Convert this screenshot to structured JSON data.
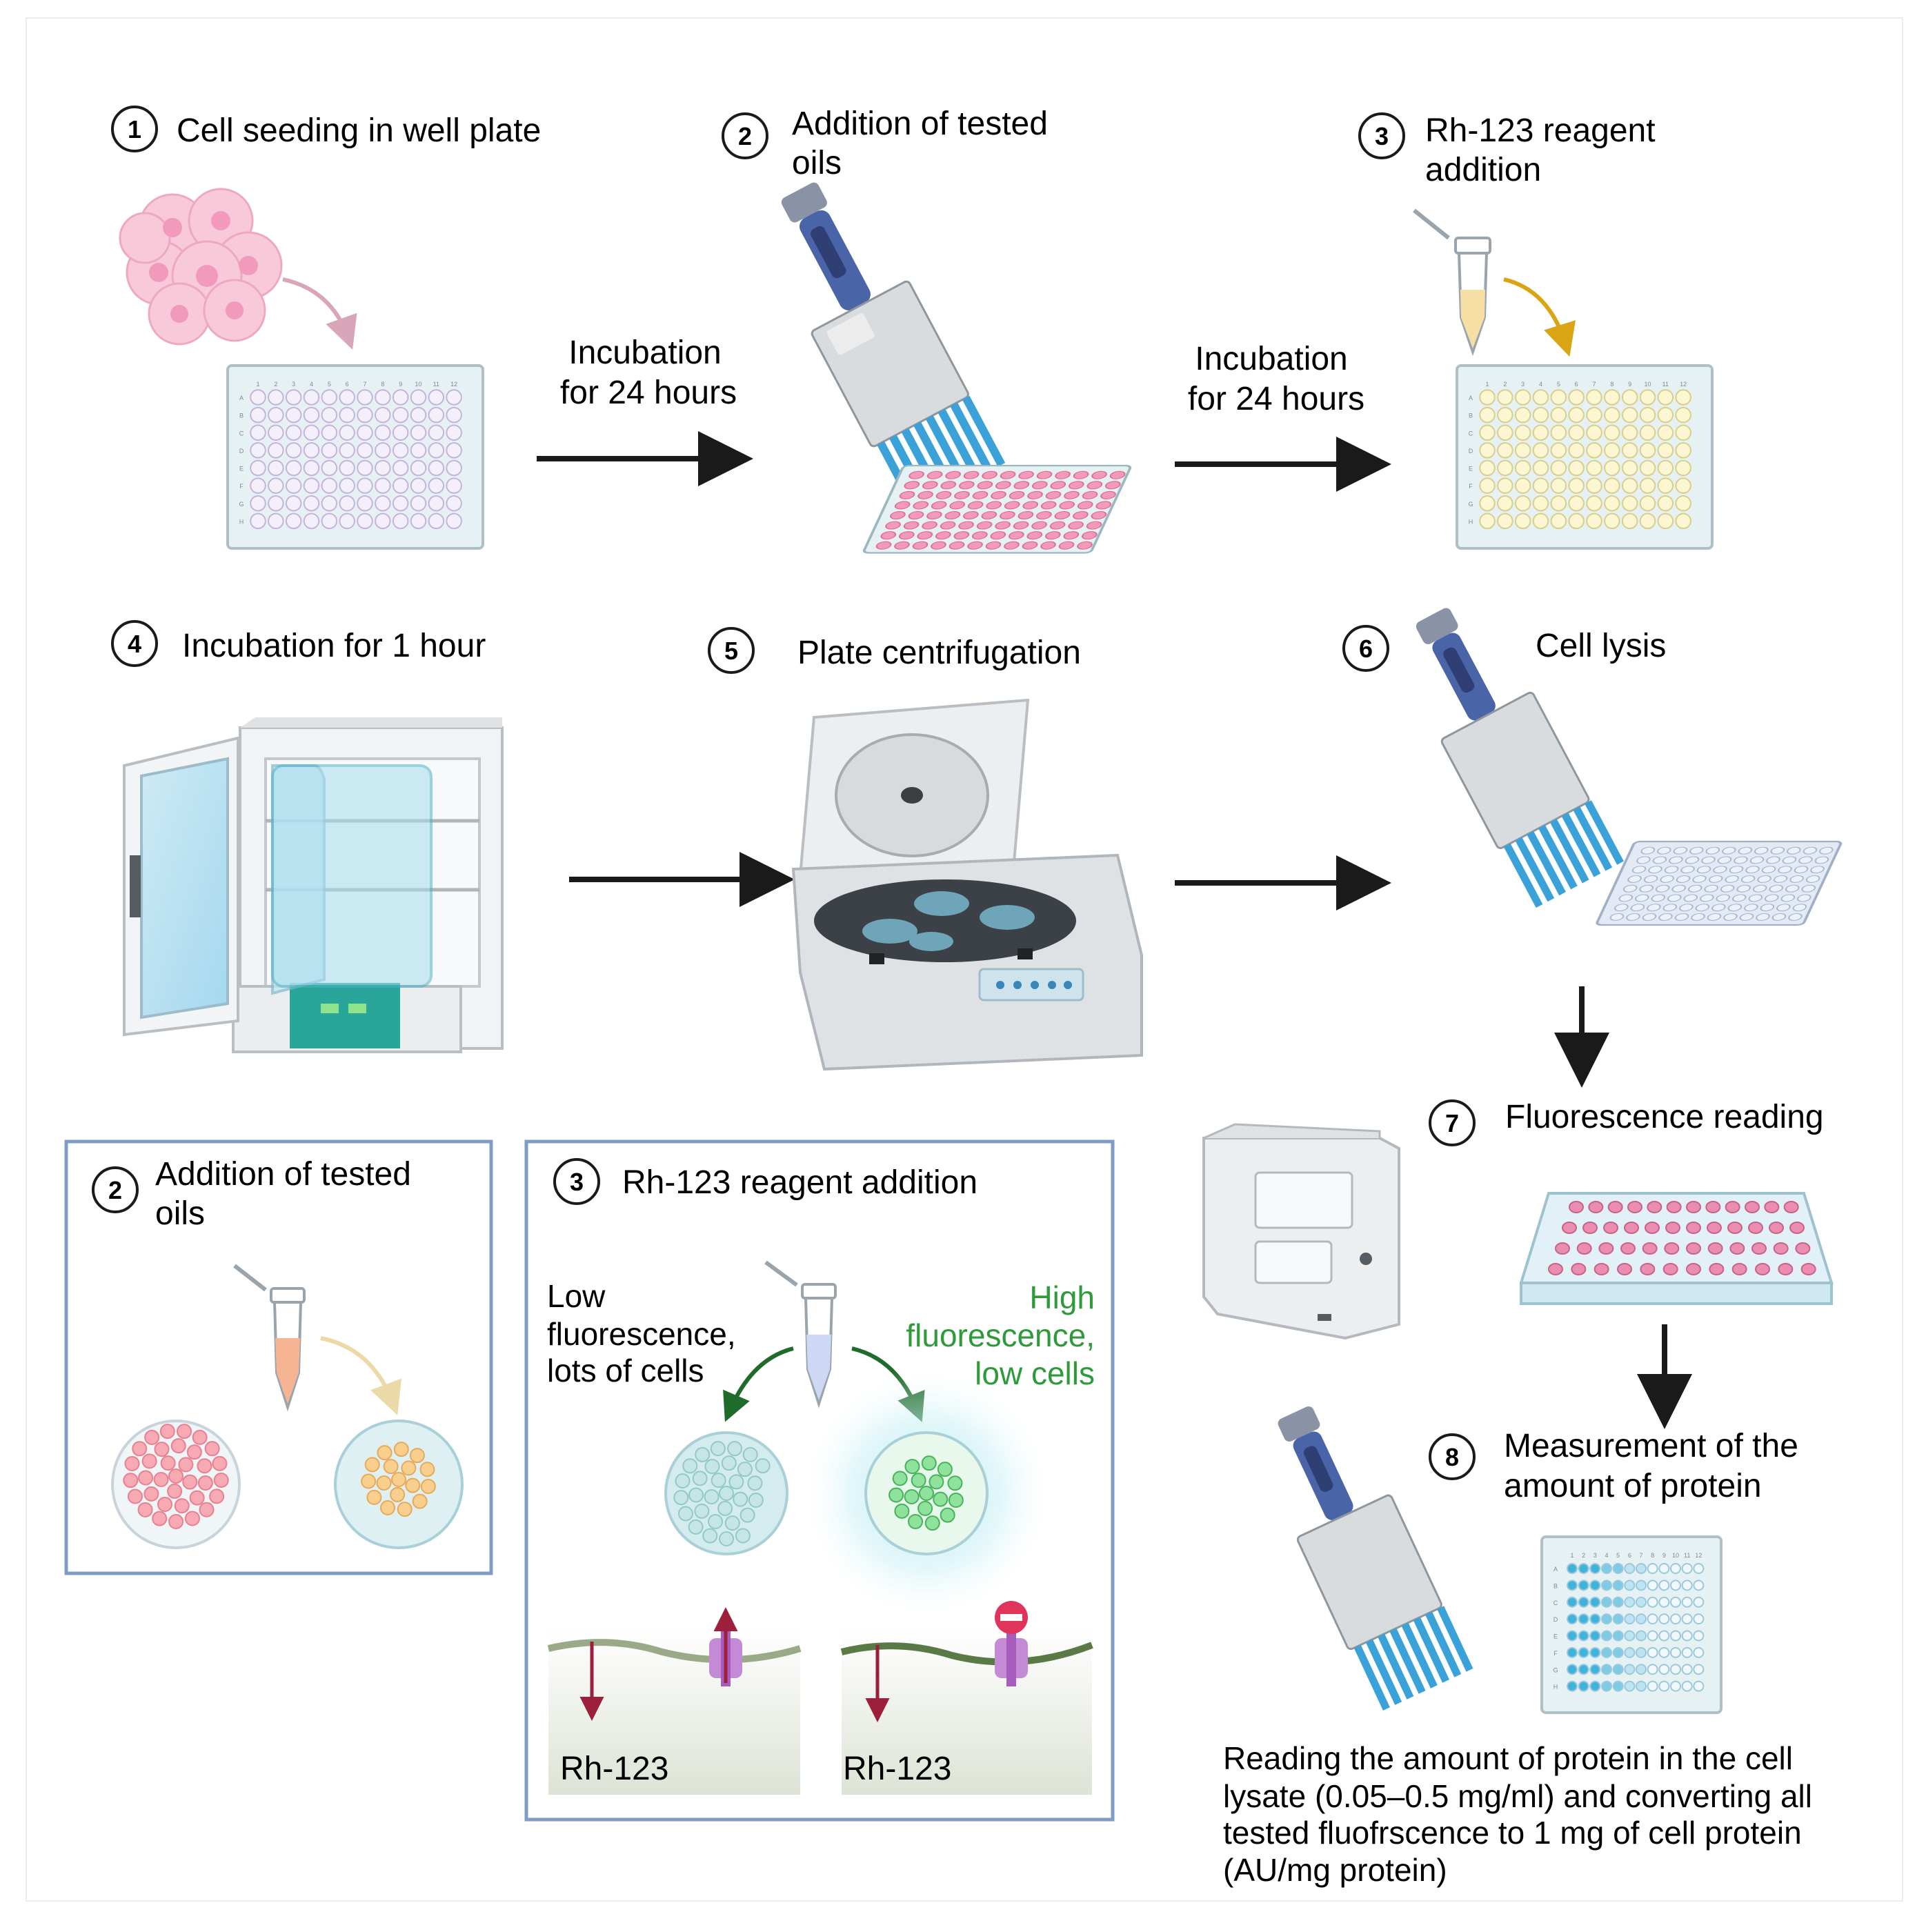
{
  "steps": {
    "s1": {
      "num": "1",
      "title": "Cell seeding in well plate"
    },
    "s2": {
      "num": "2",
      "title_line1": "Addition of tested",
      "title_line2": "oils"
    },
    "s3": {
      "num": "3",
      "title_line1": "Rh-123 reagent",
      "title_line2": "addition"
    },
    "s4": {
      "num": "4",
      "title": "Incubation for 1 hour"
    },
    "s5": {
      "num": "5",
      "title": "Plate centrifugation"
    },
    "s6": {
      "num": "6",
      "title": "Cell lysis"
    },
    "s7": {
      "num": "7",
      "title": "Fluorescence reading"
    },
    "s8": {
      "num": "8",
      "title_line1": "Measurement of the",
      "title_line2": "amount of protein"
    }
  },
  "arrows": {
    "a12": {
      "line1": "Incubation",
      "line2": "for 24 hours"
    },
    "a23": {
      "line1": "Incubation",
      "line2": "for 24 hours"
    }
  },
  "panel_oils": {
    "num": "2",
    "title_line1": "Addition of tested",
    "title_line2": "oils"
  },
  "panel_rh": {
    "num": "3",
    "title": "Rh-123 reagent addition",
    "left_label": [
      "Low",
      "fluorescence,",
      "lots of cells"
    ],
    "right_label": [
      "High",
      "fluorescence,",
      "low cells"
    ],
    "membrane_left_label": "Rh-123",
    "membrane_right_label": "Rh-123"
  },
  "footnote": [
    "Reading the amount of protein in the cell",
    "lysate (0.05–0.5 mg/ml) and converting all",
    "tested fluofrscence to 1 mg of cell protein",
    "(AU/mg protein)"
  ],
  "plate_labels": {
    "cols": [
      "1",
      "2",
      "3",
      "4",
      "5",
      "6",
      "7",
      "8",
      "9",
      "10",
      "11",
      "12"
    ],
    "rows": [
      "A",
      "B",
      "C",
      "D",
      "E",
      "F",
      "G",
      "H"
    ]
  },
  "colors": {
    "text": "#1a1a1a",
    "green_label": "#2e9a3a",
    "panel_border": "#7f9cc6",
    "arrow": "#1a1a1a",
    "pipette_blue": "#4a64a8",
    "tip_blue": "#3aa2d8"
  }
}
